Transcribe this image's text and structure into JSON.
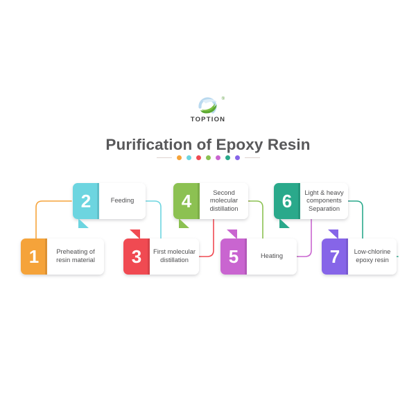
{
  "brand": {
    "name": "TOPTION",
    "registered_mark": "®",
    "logo_icon": "toption-swoosh-logo",
    "colors": {
      "green": "#5aa832",
      "blue": "#9fc8e8",
      "dark_green": "#2e7d32"
    }
  },
  "header": {
    "title": "Purification of Epoxy Resin",
    "divider_dots": [
      "#F5A33A",
      "#6DD5E0",
      "#F04A52",
      "#8CC152",
      "#C965D0",
      "#2AA98B",
      "#8665E8"
    ],
    "divider_rule_color": "#ded3d0"
  },
  "flow": {
    "steps": [
      {
        "number": "1",
        "label": "Preheating of resin material",
        "color": "#F5A33A",
        "row": "bottom",
        "tail": "none"
      },
      {
        "number": "2",
        "label": "Feeding",
        "color": "#6DD5E0",
        "row": "top",
        "tail": "down"
      },
      {
        "number": "3",
        "label": "First molecular distillation",
        "color": "#F04A52",
        "row": "bottom",
        "tail": "up"
      },
      {
        "number": "4",
        "label": "Second molecular distillation",
        "color": "#8CC152",
        "row": "top",
        "tail": "down"
      },
      {
        "number": "5",
        "label": "Heating",
        "color": "#C965D0",
        "row": "bottom",
        "tail": "up"
      },
      {
        "number": "6",
        "label": "Light & heavy components Separation",
        "color": "#2AA98B",
        "row": "top",
        "tail": "down"
      },
      {
        "number": "7",
        "label": "Low-chlorine epoxy resin",
        "color": "#8665E8",
        "row": "bottom",
        "tail": "up"
      }
    ],
    "connectors": [
      {
        "from": "1",
        "to": "2",
        "color": "#F5A33A"
      },
      {
        "from": "2",
        "to": "3",
        "color": "#6DD5E0"
      },
      {
        "from": "3",
        "to": "4",
        "color": "#F04A52"
      },
      {
        "from": "4",
        "to": "5",
        "color": "#8CC152"
      },
      {
        "from": "5",
        "to": "6",
        "color": "#C965D0"
      },
      {
        "from": "6",
        "to": "7",
        "color": "#2AA98B"
      }
    ]
  }
}
